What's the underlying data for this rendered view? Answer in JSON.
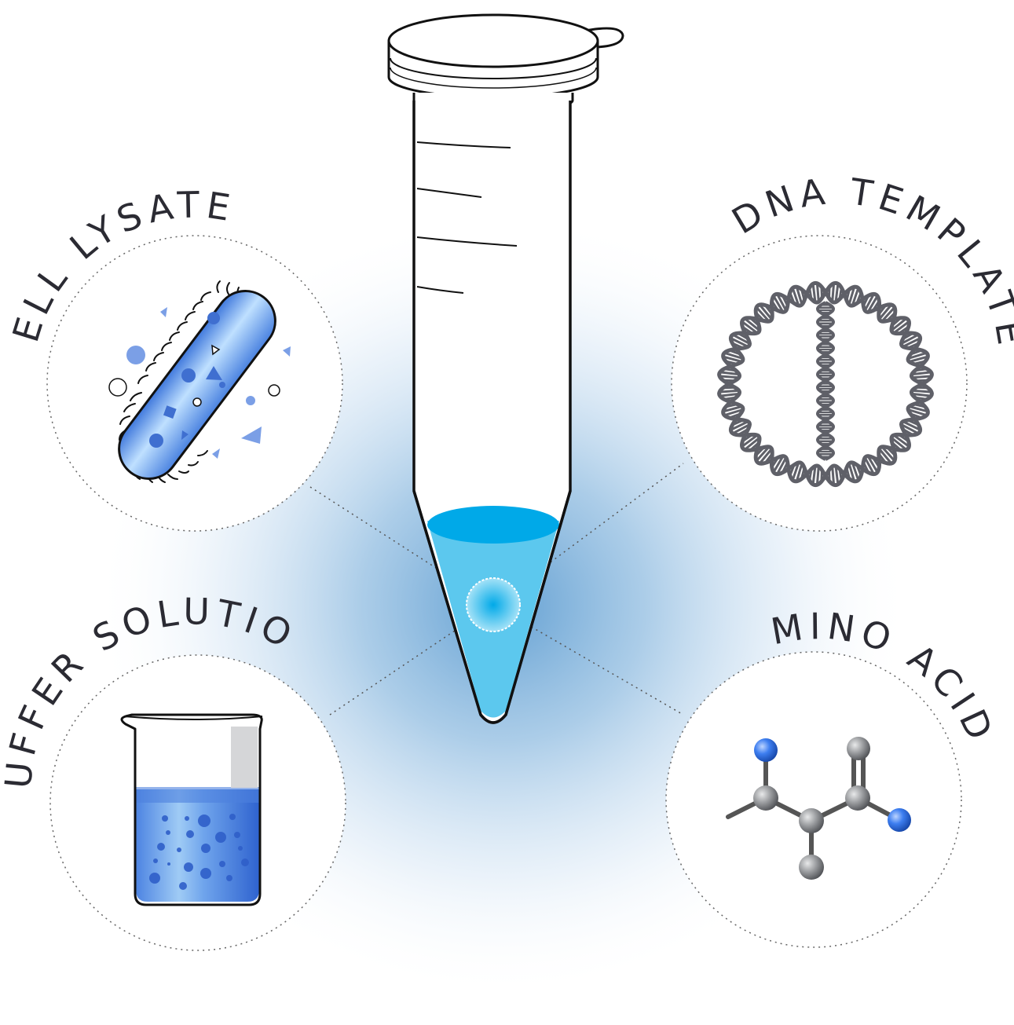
{
  "diagram": {
    "components": [
      {
        "id": "cell-lysates",
        "label": "CELL LYSATES"
      },
      {
        "id": "dna-template",
        "label": "DNA TEMPLATE"
      },
      {
        "id": "buffer-solution",
        "label": "BUFFER SOLUTION"
      },
      {
        "id": "amino-acids",
        "label": "AMINO ACIDS"
      }
    ],
    "colors": {
      "glow": "#5b9bd0",
      "liquid_top": "#00a9e8",
      "liquid_body": "#5cc8ee",
      "cell_blue": "#4f86e0",
      "dna_gray": "#5f6068",
      "atom_blue": "#2f6fe6",
      "atom_gray": "#8a8c90",
      "outline": "#111111"
    }
  }
}
